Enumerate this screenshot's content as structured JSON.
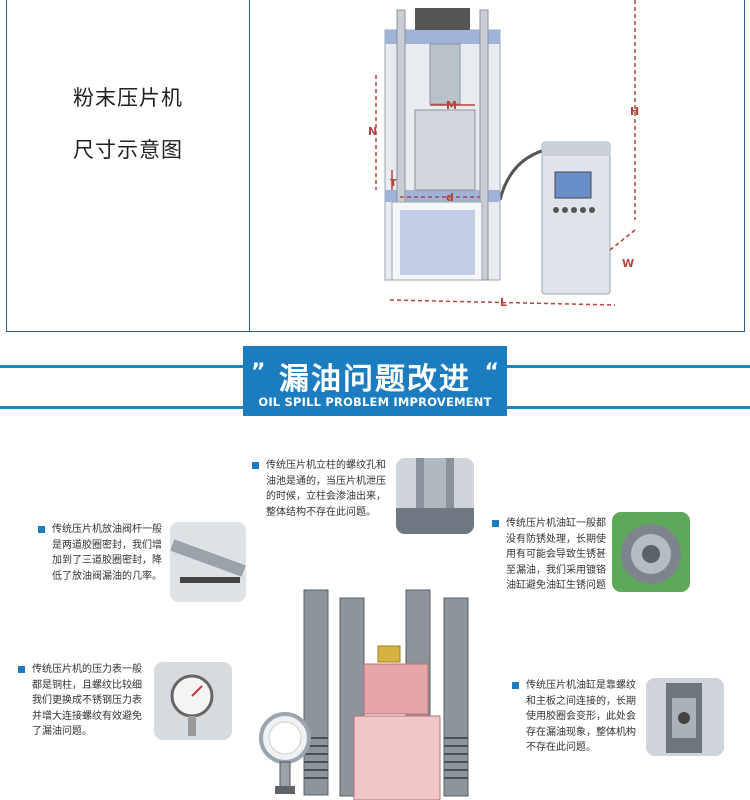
{
  "spec": {
    "label_line1": "粉末压片机",
    "label_line2": "尺寸示意图",
    "dims": {
      "M": "M",
      "N": "N",
      "T": "T",
      "d": "d",
      "H": "H",
      "W": "W",
      "L": "L"
    }
  },
  "banner": {
    "title": "漏油问题改进",
    "subtitle": "OIL SPILL PROBLEM IMPROVEMENT"
  },
  "notes": [
    {
      "lines": [
        "传统压片机立柱的螺纹孔和",
        "油池是通的，当压片机泄压",
        "的时候，立柱会渗油出来，",
        "整体结构不存在此问题。"
      ]
    },
    {
      "lines": [
        "传统压片机放油阀杆一般",
        "是两道胶圈密封，我们增",
        "加到了三道胶圈密封，降",
        "低了放油阀漏油的几率。"
      ]
    },
    {
      "lines": [
        "传统压片机油缸一般都",
        "没有防锈处理，长期使",
        "用有可能会导致生锈甚",
        "至漏油，我们采用镀铬",
        "油缸避免油缸生锈问题"
      ]
    },
    {
      "lines": [
        "传统压片机的压力表一般",
        "都是铜柱，且螺纹比较细",
        "我们更换成不锈钢压力表",
        "并增大连接螺纹有效避免",
        "了漏油问题。"
      ]
    },
    {
      "lines": [
        "传统压片机油缸是靠螺纹",
        "和主板之间连接的，长期",
        "使用胶圈会变形，此处会",
        "存在漏油现象，整体机构",
        "不存在此问题。"
      ]
    }
  ]
}
